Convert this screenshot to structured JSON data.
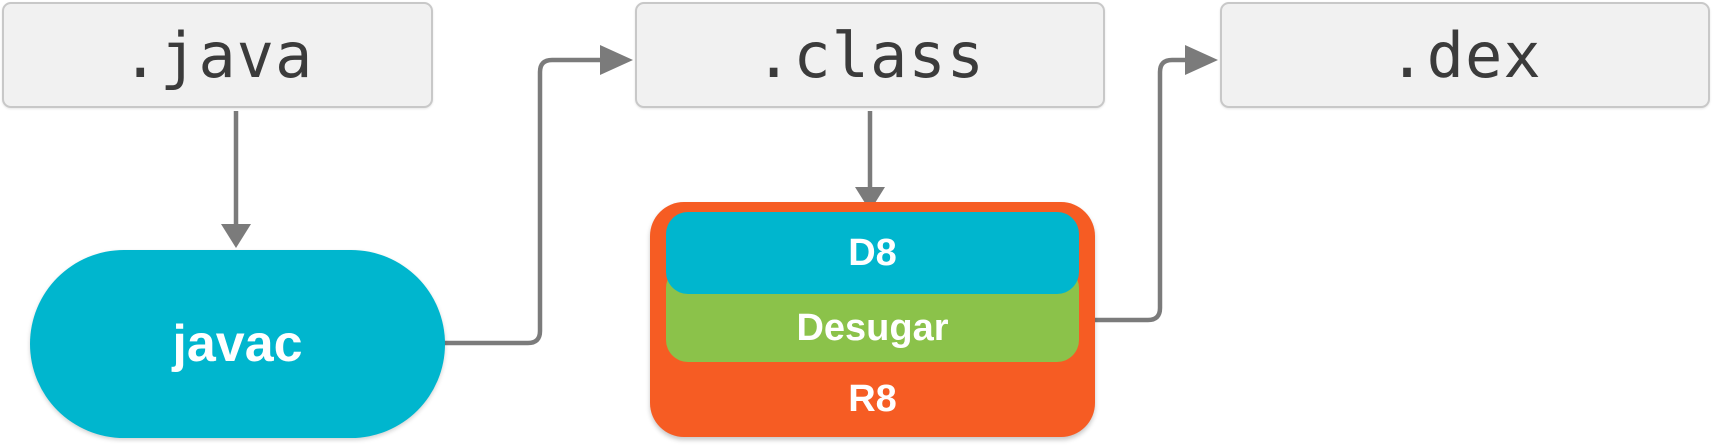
{
  "nodes": {
    "java_file": {
      "label": ".java"
    },
    "class_file": {
      "label": ".class"
    },
    "dex_file": {
      "label": ".dex"
    },
    "javac": {
      "label": "javac"
    },
    "d8": {
      "label": "D8"
    },
    "desugar": {
      "label": "Desugar"
    },
    "r8": {
      "label": "R8"
    }
  },
  "colors": {
    "cyan": "#00b6ce",
    "green": "#8bc24a",
    "orange": "#f65c23",
    "line": "#7b7b7b",
    "box-bg": "#f1f1f1",
    "box-border": "#c8c8c8",
    "box-text": "#3b3b3b",
    "label-text": "#ffffff"
  }
}
